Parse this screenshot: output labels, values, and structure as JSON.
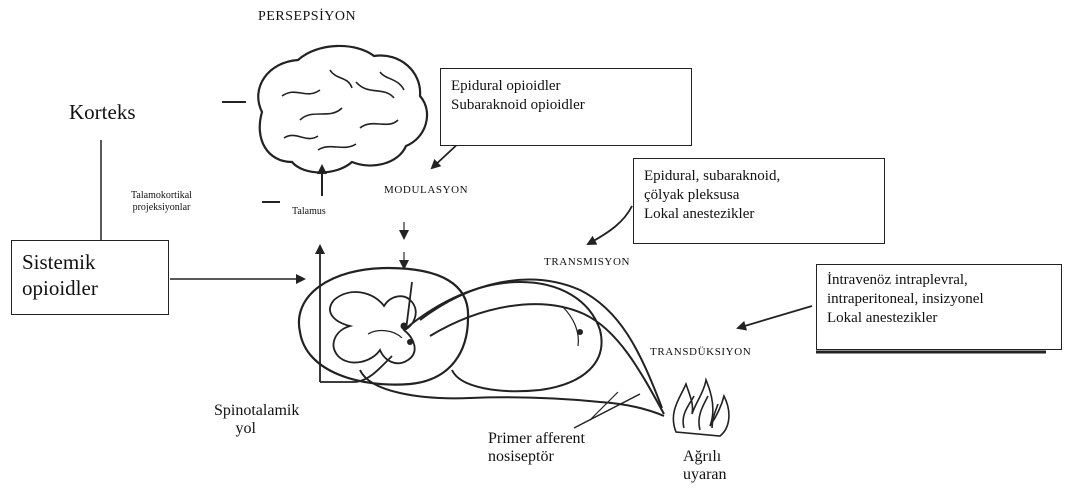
{
  "labels": {
    "persepsiyon": "PERSEPSİYON",
    "korteks": "Korteks",
    "talamokortikal_1": "Talamokortikal",
    "talamokortikal_2": "projeksiyonlar",
    "talamus": "Talamus",
    "modulasyon": "MODULASYON",
    "transmisyon": "TRANSMISYON",
    "transduksiyon": "TRANSDÜKSIYON",
    "spinotalamik_1": "Spinotalamik",
    "spinotalamik_2": "yol",
    "primer_1": "Primer afferent",
    "primer_2": "nosiseptör",
    "agrili_1": "Ağrılı",
    "agrili_2": "uyaran"
  },
  "boxes": {
    "modulation": [
      "Epidural opioidler",
      "Subaraknoid opioidler"
    ],
    "transmission": [
      "Epidural, subaraknoid,",
      "çölyak pleksusa",
      "Lokal anestezikler"
    ],
    "transduction": [
      "İntravenöz intraplevral,",
      "intraperitoneal, insizyonel",
      "Lokal anestezikler"
    ],
    "systemic": [
      "Sistemik",
      "opioidler"
    ]
  },
  "colors": {
    "line": "#222222",
    "background": "#ffffff"
  }
}
